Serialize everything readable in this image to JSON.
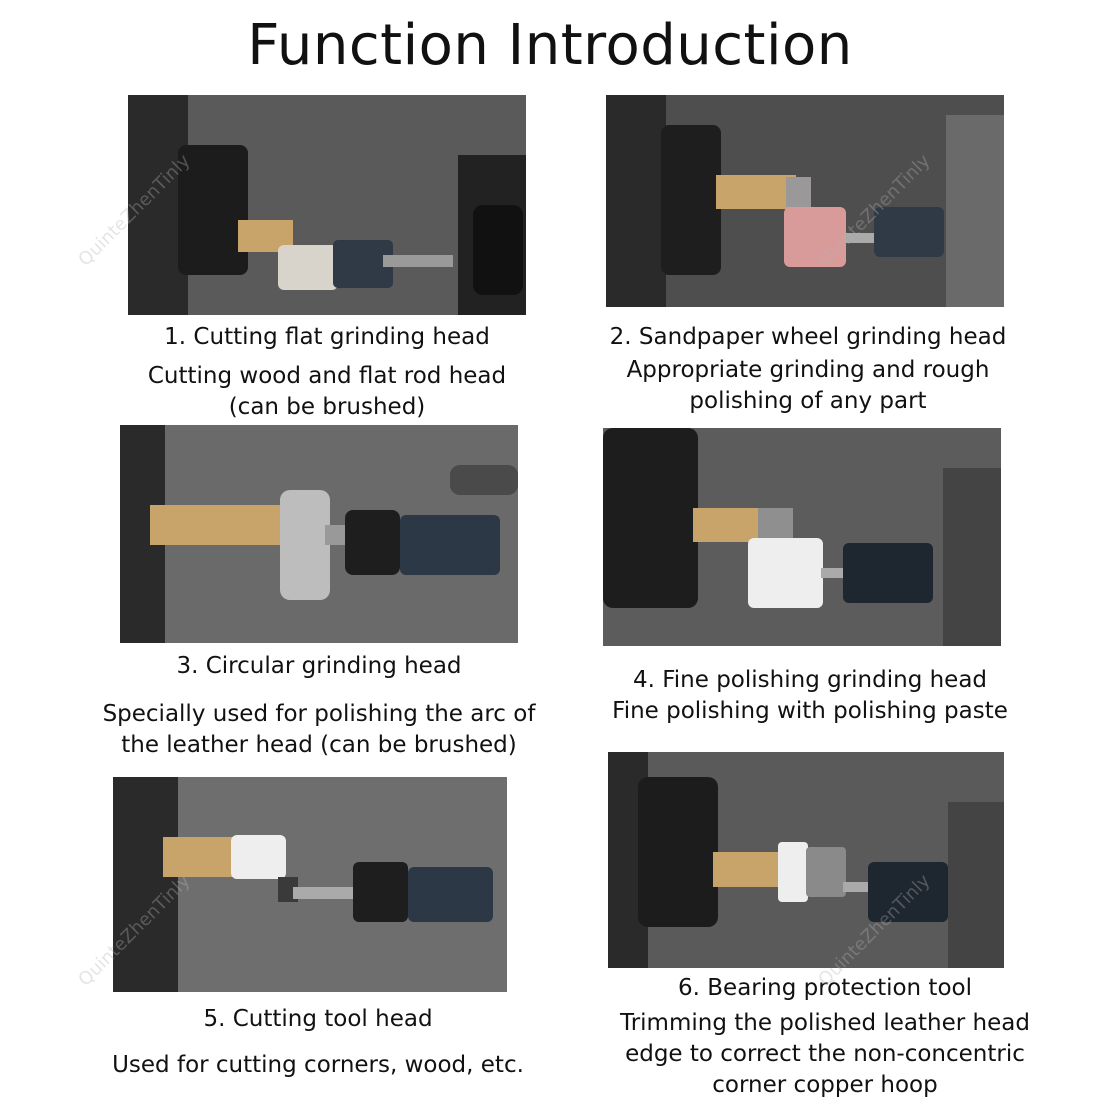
{
  "title": "Function Introduction",
  "watermark": "QuinteZhenTinly",
  "items": [
    {
      "name": "1. Cutting flat grinding head",
      "desc": [
        "Cutting wood and flat rod head",
        "(can be brushed)"
      ]
    },
    {
      "name": "2. Sandpaper wheel grinding head",
      "desc": [
        "Appropriate grinding and rough",
        "polishing of any part"
      ]
    },
    {
      "name": "3. Circular grinding head",
      "desc": [
        "Specially used for polishing the arc of",
        "the leather head (can be brushed)"
      ]
    },
    {
      "name": "4. Fine polishing grinding head",
      "desc": [
        "Fine polishing with polishing paste"
      ]
    },
    {
      "name": "5. Cutting tool head",
      "desc": [
        "Used for cutting corners, wood, etc."
      ]
    },
    {
      "name": "6. Bearing protection tool",
      "desc": [
        "Trimming the polished leather head",
        "edge to correct the non-concentric",
        "corner copper hoop"
      ]
    }
  ],
  "colors": {
    "text": "#111111",
    "machine": "#2b2b2b",
    "wood": "#c9a46a"
  }
}
